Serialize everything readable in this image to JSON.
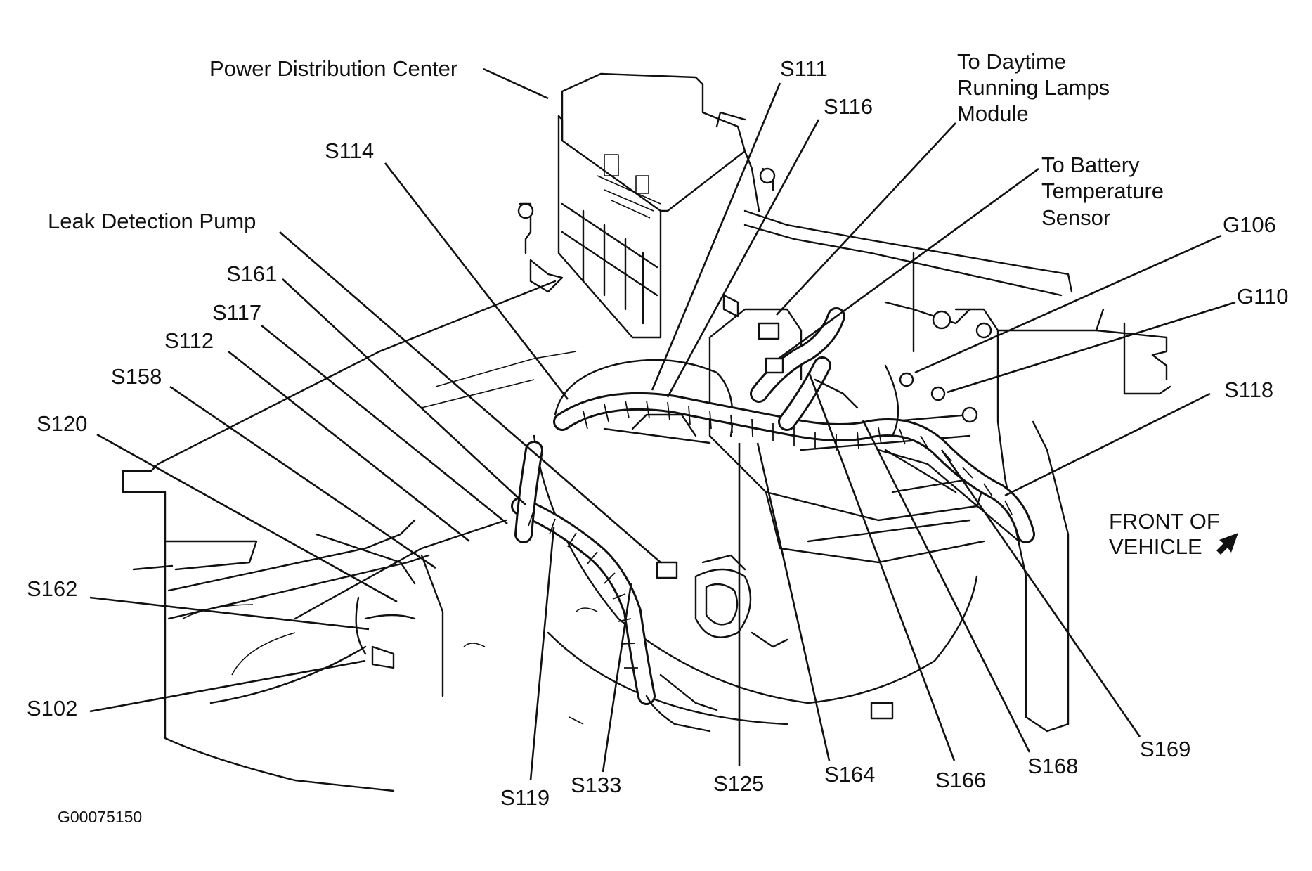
{
  "labels": {
    "power_distribution_center": "Power Distribution Center",
    "s111": "S111",
    "s116": "S116",
    "daytime_line1": "To Daytime",
    "daytime_line2": "Running Lamps",
    "daytime_line3": "Module",
    "battery_line1": "To Battery",
    "battery_line2": "Temperature",
    "battery_line3": "Sensor",
    "s114": "S114",
    "leak_detection_pump": "Leak Detection Pump",
    "g106": "G106",
    "g110": "G110",
    "s161": "S161",
    "s117": "S117",
    "s112": "S112",
    "s158": "S158",
    "s118": "S118",
    "s120": "S120",
    "front_line1": "FRONT OF",
    "front_line2": "VEHICLE",
    "s162": "S162",
    "s102": "S102",
    "s119": "S119",
    "s133": "S133",
    "s125": "S125",
    "s164": "S164",
    "s166": "S166",
    "s168": "S168",
    "s169": "S169",
    "figure_id": "G00075150"
  },
  "icons": {
    "front_arrow": "arrow-up-right-icon"
  },
  "colors": {
    "ink": "#111111",
    "background": "#ffffff"
  }
}
